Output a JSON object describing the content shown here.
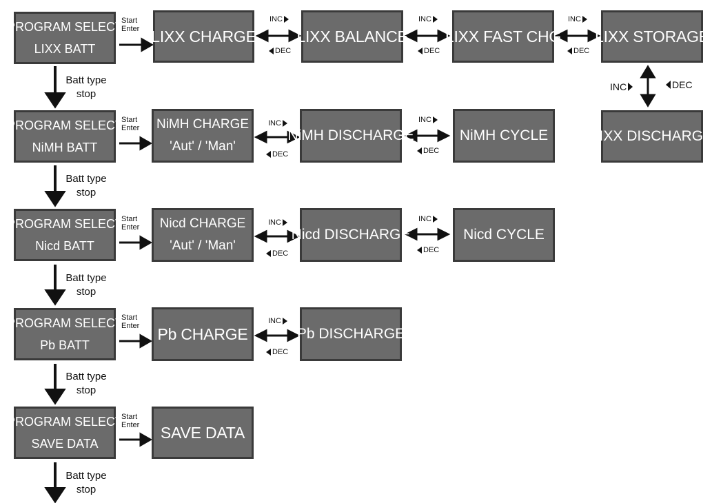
{
  "program_selects": [
    {
      "line1": "PROGRAM SELECT",
      "line2": "LIXX BATT"
    },
    {
      "line1": "PROGRAM SELECT",
      "line2": "NiMH BATT"
    },
    {
      "line1": "PROGRAM SELECT",
      "line2": "Nicd  BATT"
    },
    {
      "line1": "PROGRAM SELECT",
      "line2": "Pb  BATT"
    },
    {
      "line1": "PROGRAM SELECT",
      "line2": "SAVE  DATA"
    }
  ],
  "start_label": {
    "line1": "Start",
    "line2": "Enter"
  },
  "batt_type_label": {
    "line1": "Batt type",
    "line2": "stop"
  },
  "inc_label": "INC",
  "dec_label": "DEC",
  "lixx": {
    "charge": "LIXX CHARGE",
    "balance": "LIXX BALANCE",
    "fast_chg": "LIXX FAST CHG",
    "storage": "LIXX STORAGE",
    "discharge": "LIXX DISCHARGE"
  },
  "nimh": {
    "charge_line1": "NiMH CHARGE",
    "charge_line2": "'Aut' / 'Man'",
    "discharge": "NiMH DISCHARGE",
    "cycle": "NiMH CYCLE"
  },
  "nicd": {
    "charge_line1": "Nicd  CHARGE",
    "charge_line2": "'Aut' / 'Man'",
    "discharge": "Nicd DISCHARGE",
    "cycle": "Nicd CYCLE"
  },
  "pb": {
    "charge": "Pb  CHARGE",
    "discharge": "Pb DISCHARGE"
  },
  "save": {
    "save_data": "SAVE DATA"
  },
  "colors": {
    "box_fill": "#6b6b6b",
    "box_border": "#3a3a3a",
    "box_text": "#ffffff",
    "arrow": "#111111"
  }
}
